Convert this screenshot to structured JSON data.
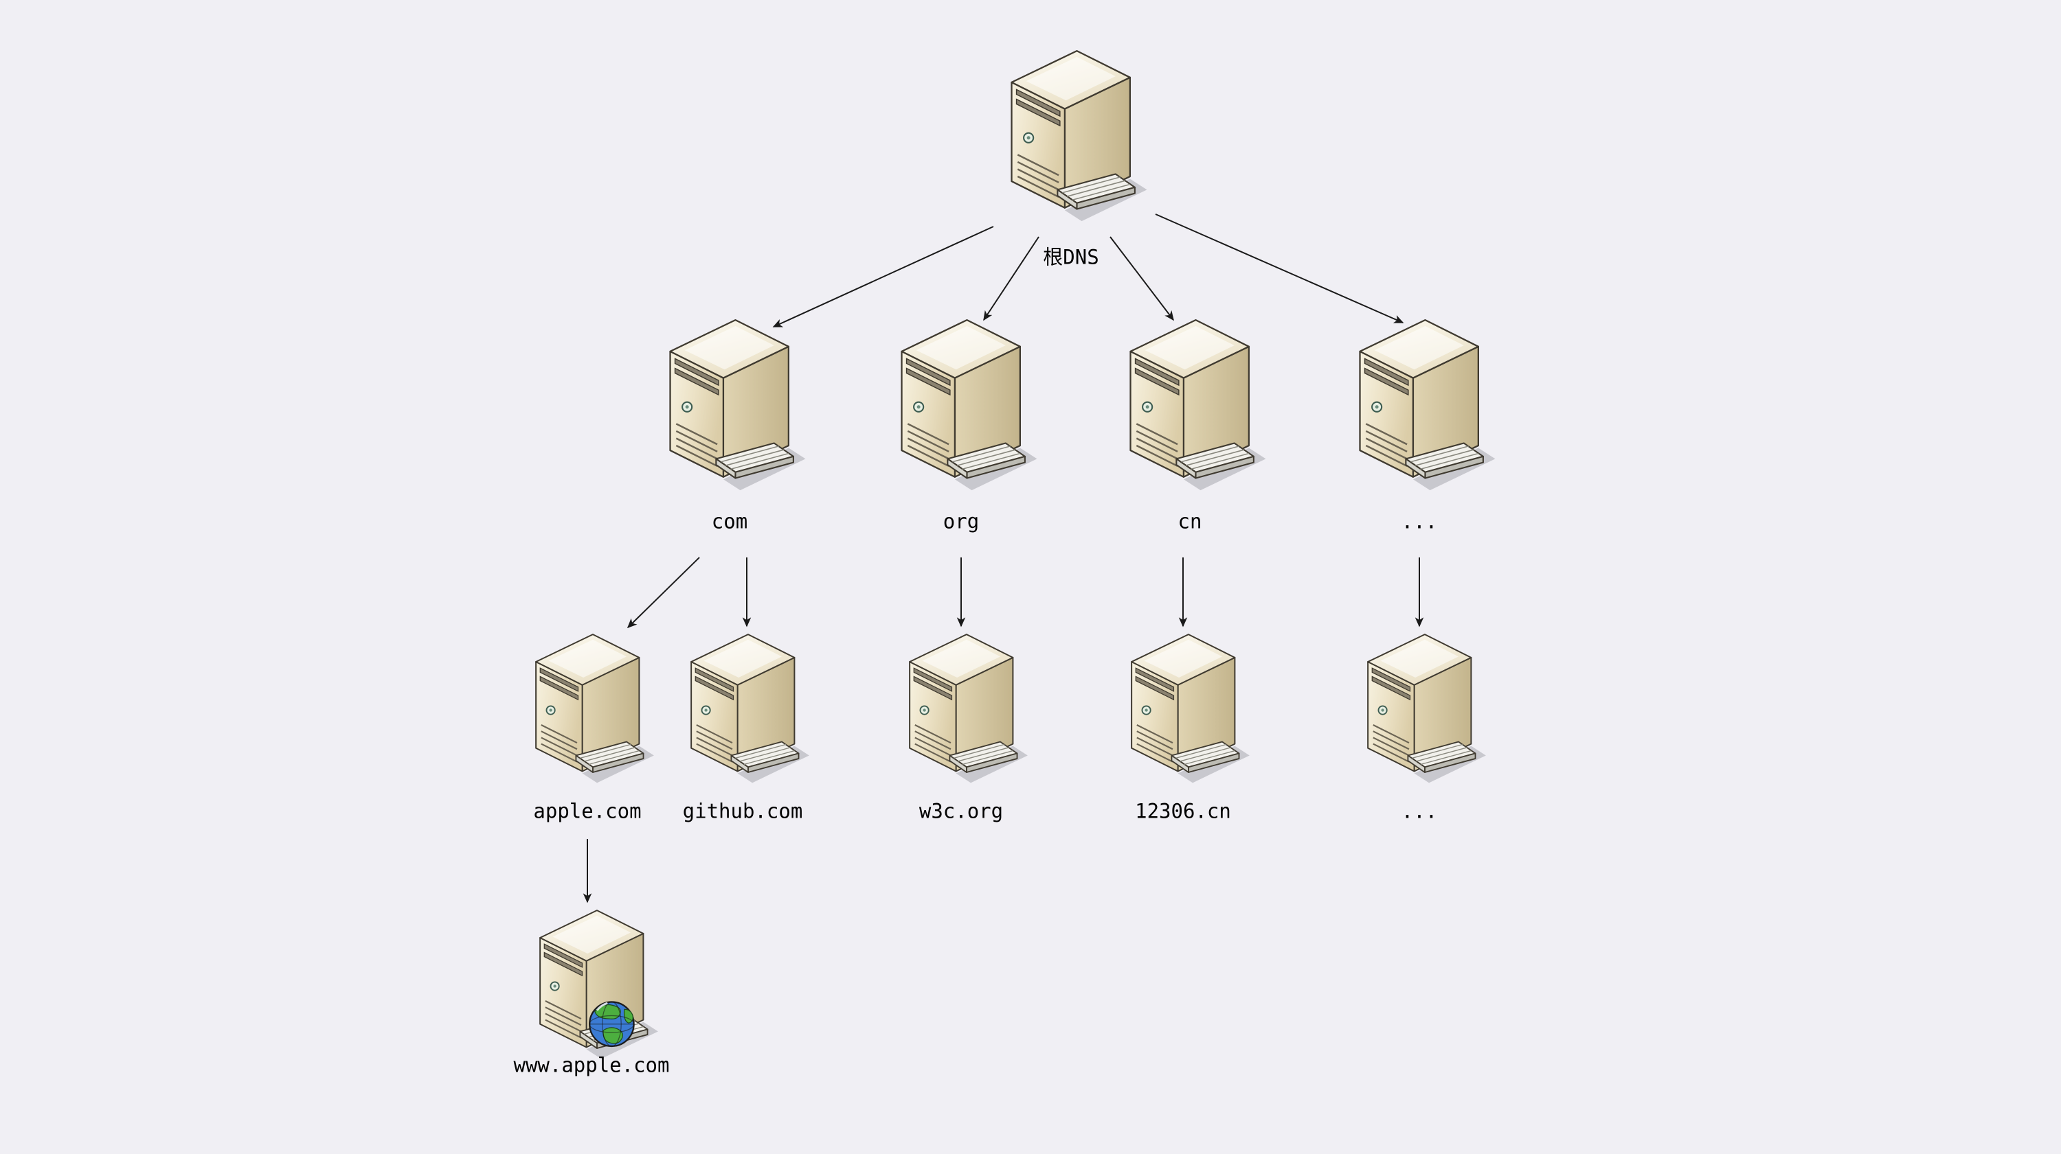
{
  "diagram": {
    "type": "tree",
    "background_color": "#f0eff4",
    "edge_color": "#1a1a1a",
    "server_body_color": "#ece2c6",
    "nodes": [
      {
        "id": "root",
        "label": "根DNS",
        "level": 0,
        "icon": "server-icon"
      },
      {
        "id": "com",
        "label": "com",
        "level": 1,
        "icon": "server-icon"
      },
      {
        "id": "org",
        "label": "org",
        "level": 1,
        "icon": "server-icon"
      },
      {
        "id": "cn",
        "label": "cn",
        "level": 1,
        "icon": "server-icon"
      },
      {
        "id": "dots2",
        "label": "...",
        "level": 1,
        "icon": "server-icon"
      },
      {
        "id": "apple",
        "label": "apple.com",
        "level": 2,
        "icon": "server-icon"
      },
      {
        "id": "github",
        "label": "github.com",
        "level": 2,
        "icon": "server-icon"
      },
      {
        "id": "w3c",
        "label": "w3c.org",
        "level": 2,
        "icon": "server-icon"
      },
      {
        "id": "t12306",
        "label": "12306.cn",
        "level": 2,
        "icon": "server-icon"
      },
      {
        "id": "dots3",
        "label": "...",
        "level": 2,
        "icon": "server-icon"
      },
      {
        "id": "www",
        "label": "www.apple.com",
        "level": 3,
        "icon": "server-globe-icon"
      }
    ],
    "edges": [
      {
        "from": "root",
        "to": "com"
      },
      {
        "from": "root",
        "to": "org"
      },
      {
        "from": "root",
        "to": "cn"
      },
      {
        "from": "root",
        "to": "dots2"
      },
      {
        "from": "com",
        "to": "apple"
      },
      {
        "from": "com",
        "to": "github"
      },
      {
        "from": "org",
        "to": "w3c"
      },
      {
        "from": "cn",
        "to": "t12306"
      },
      {
        "from": "dots2",
        "to": "dots3"
      },
      {
        "from": "apple",
        "to": "www"
      }
    ]
  }
}
